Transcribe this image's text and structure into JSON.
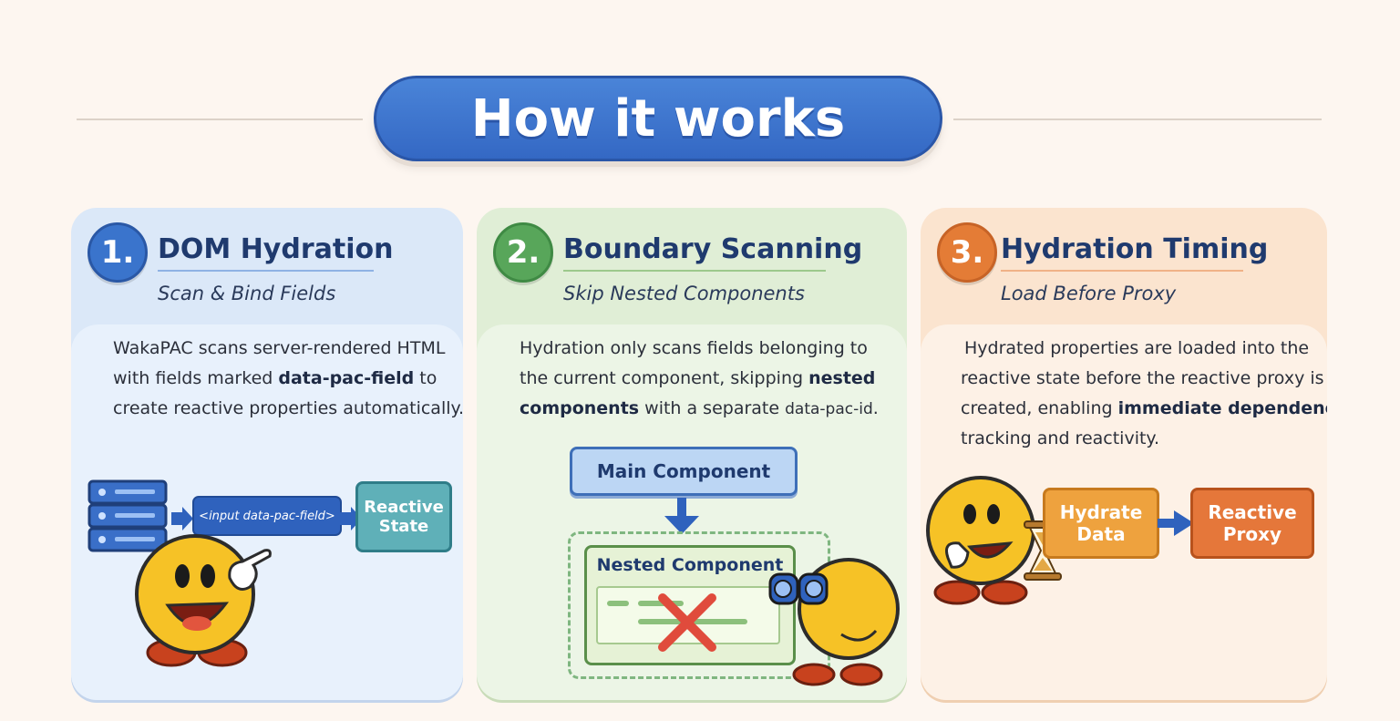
{
  "header": {
    "title": "How it works"
  },
  "steps": [
    {
      "number": "1.",
      "title": "DOM Hydration",
      "subtitle": "Scan & Bind Fields",
      "description": {
        "line1": "WakaPAC scans server-rendered HTML",
        "line2_pre": "with fields marked ",
        "line2_bold": "data-pac-field",
        "line2_post": " to",
        "line3": "create reactive properties automatically."
      },
      "diagram": {
        "field_label": "<input data-pac-field>",
        "target_line1": "Reactive",
        "target_line2": "State"
      },
      "accent": "#3a74cc"
    },
    {
      "number": "2.",
      "title": "Boundary Scanning",
      "subtitle": "Skip Nested Components",
      "description": {
        "line1": "Hydration only scans fields belonging to",
        "line2_pre": "the current component, skipping ",
        "line2_bold": "nested",
        "line3_bold": "components",
        "line3_post": " with a separate ",
        "line3_code": "data-pac-id",
        "line3_end": "."
      },
      "diagram": {
        "main_label": "Main Component",
        "nested_label": "Nested Component"
      },
      "accent": "#58a65a"
    },
    {
      "number": "3.",
      "title": "Hydration Timing",
      "subtitle": "Load Before Proxy",
      "description": {
        "line1": "Hydrated properties are loaded into the",
        "line2": "reactive state before the reactive proxy is",
        "line3_pre": "created, enabling ",
        "line3_bold": "immediate dependency",
        "line4": "tracking and reactivity."
      },
      "diagram": {
        "box1_line1": "Hydrate",
        "box1_line2": "Data",
        "box2_line1": "Reactive",
        "box2_line2": "Proxy"
      },
      "accent": "#e47c36"
    }
  ],
  "icons": [
    "server-icon",
    "pointing-hand-icon",
    "binoculars-icon",
    "hourglass-icon",
    "red-x-icon",
    "arrow-icon"
  ]
}
